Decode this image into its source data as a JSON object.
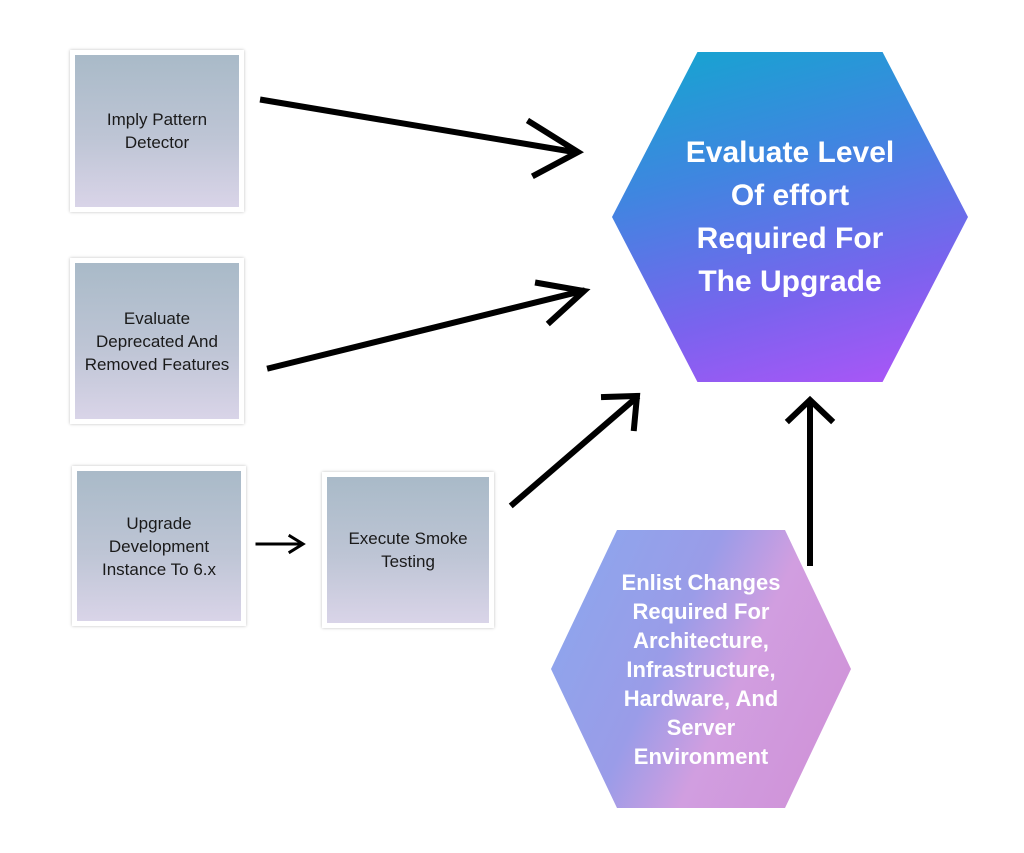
{
  "boxes": {
    "imply_pattern": "Imply Pattern Detector",
    "evaluate_deprecated": "Evaluate Deprecated And Removed Features",
    "upgrade_dev": "Upgrade Development Instance To 6.x",
    "smoke_testing": "Execute Smoke Testing"
  },
  "hexagons": {
    "main": "Evaluate Level Of effort Required For The Upgrade",
    "enlist": "Enlist Changes Required For Architecture, Infrastructure, Hardware, And Server Environment"
  },
  "colors": {
    "main_hex_top": "#12a7cf",
    "main_hex_bottom": "#b154f8",
    "enlist_hex_left": "#8aa8ee",
    "enlist_hex_right": "#cf8fd6",
    "box_fill": "#bec5d5"
  }
}
